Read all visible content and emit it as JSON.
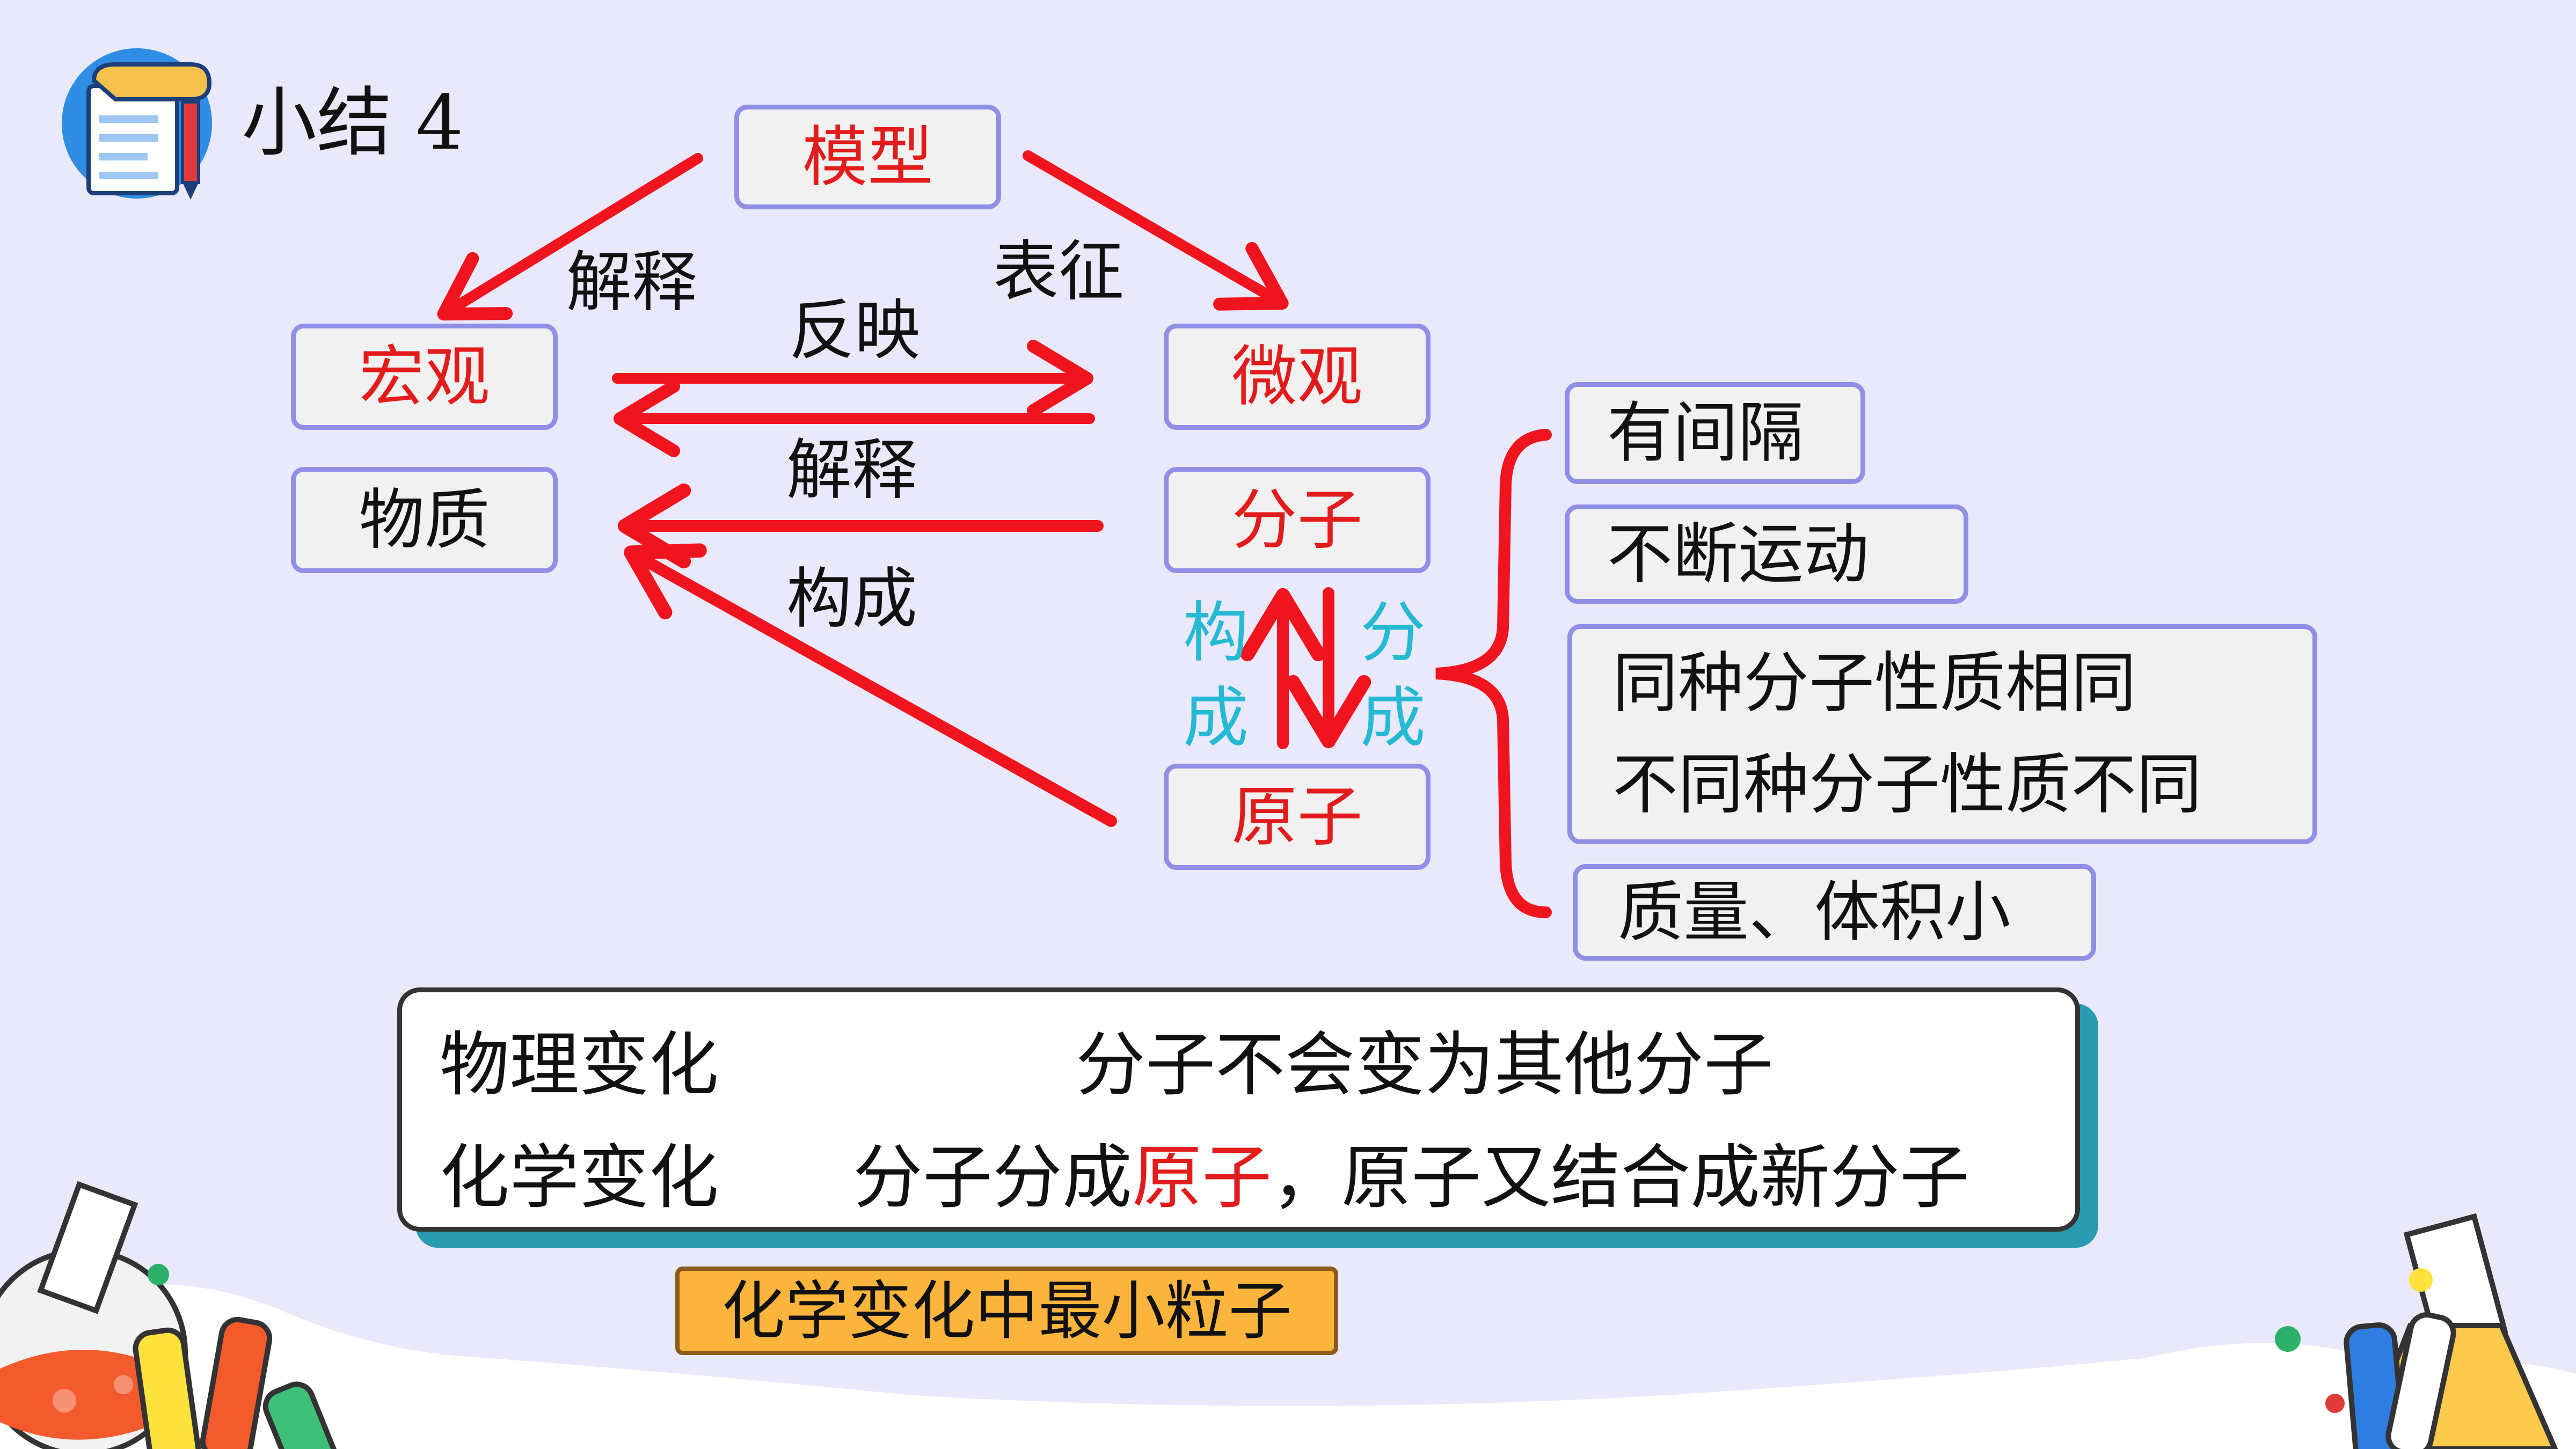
{
  "title": "小结  4",
  "nodes": {
    "model": "模型",
    "macro": "宏观",
    "micro": "微观",
    "matter": "物质",
    "molecule": "分子",
    "atom": "原子"
  },
  "arrow_labels": {
    "explain_top": "解释",
    "represent": "表征",
    "reflect": "反映",
    "explain_mid": "解释",
    "compose": "构成"
  },
  "vertical_labels": {
    "compose_chars": [
      "构",
      "成"
    ],
    "split_chars": [
      "分",
      "成"
    ]
  },
  "properties": {
    "spacing": "有间隔",
    "motion": "不断运动",
    "same_kind_line1": "同种分子性质相同",
    "same_kind_line2": "不同种分子性质不同",
    "small": "质量、体积小"
  },
  "summary": {
    "physical_label": "物理变化",
    "physical_text": "分子不会变为其他分子",
    "chemical_label": "化学变化",
    "chemical_text_a": "分子分成",
    "chemical_text_highlight": "原子",
    "chemical_text_b": "，原子又结合成新分子"
  },
  "smallest_particle": "化学变化中最小粒子",
  "colors": {
    "arrow": "#f0141e",
    "node_border": "#8f8fe6",
    "highlight": "#e21c1c",
    "cyan": "#25b9d4",
    "background": "#e9e9fb",
    "orange_box": "#fbb53c"
  }
}
